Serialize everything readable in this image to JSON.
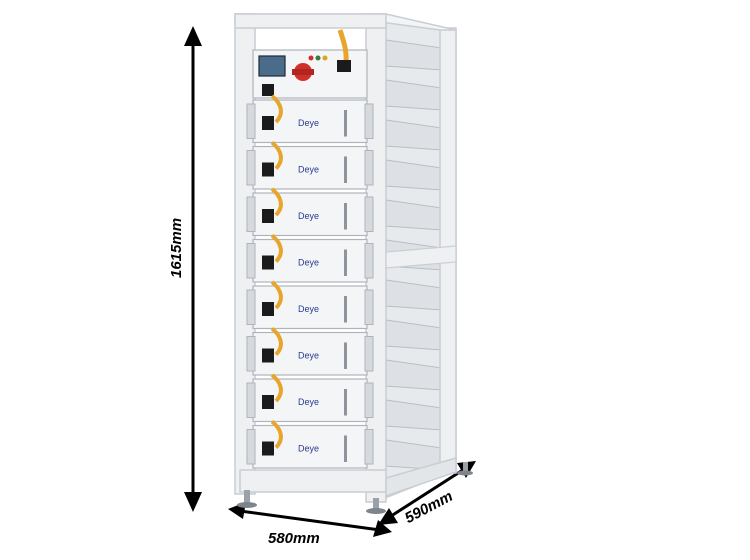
{
  "dimensions": {
    "height": "1615mm",
    "width": "580mm",
    "depth": "590mm"
  },
  "module_brand": "Deye",
  "module_count": 8,
  "colors": {
    "frame": "#eef0f2",
    "frame_edge": "#c9ced4",
    "module_face": "#f4f5f6",
    "handle": "#d6dade",
    "cable": "#e8a52c",
    "connector": "#1b1b1b",
    "logo": "#2a3b8f",
    "switch_red": "#d0302a",
    "display": "#4a6b8a",
    "arrow": "#000000"
  }
}
